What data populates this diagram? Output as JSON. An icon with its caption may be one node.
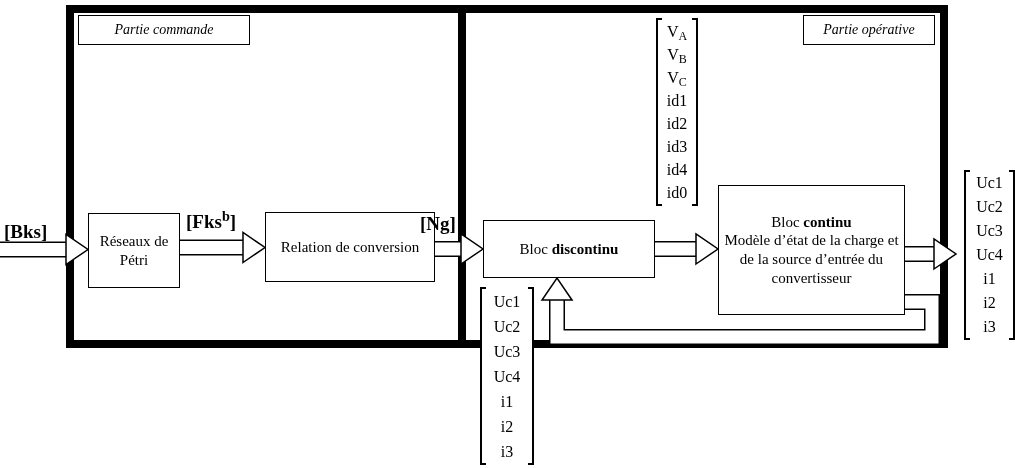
{
  "diagram": {
    "nodes": [
      {
        "text": [],
        "shape": "box"
      },
      {
        "text": [
          "Partie commande"
        ],
        "in": 0
      },
      {
        "text": [
          "Réseaux de Pétri"
        ],
        "in": 0
      },
      {
        "text": [
          "Relation de conversion"
        ],
        "in": 0
      },
      {
        "text": [],
        "shape": "box"
      },
      {
        "text": [
          "Partie opérative"
        ],
        "in": 4
      },
      {
        "text": [
          "Bloc **discontinu**"
        ],
        "in": 4
      },
      {
        "text": [
          "Bloc **continu**",
          "Modèle d’état de la charge et de la source d’entrée du convertisseur"
        ],
        "in": 4
      }
    ],
    "edges": [
      {
        "from": null,
        "to": 2,
        "arrow": "to"
      },
      {
        "from": 2,
        "to": 3,
        "arrow": "to"
      },
      {
        "from": 3,
        "to": 6,
        "arrow": "to"
      },
      {
        "from": 6,
        "to": 7,
        "arrow": "to"
      },
      {
        "from": 7,
        "to": null,
        "arrow": "to"
      },
      {
        "from": 7,
        "to": 6,
        "arrow": "to"
      }
    ],
    "labels": [
      "[Bks]",
      "[Fks$^{b}$]",
      "[Ng]",
      "V$_{A}$",
      "V$_{B}$",
      "V$_{C}$",
      "id1",
      "id2",
      "id3",
      "id4",
      "id0",
      "Uc1",
      "Uc2",
      "Uc3",
      "Uc4",
      "i1",
      "i2",
      "i3",
      "Uc1",
      "Uc2",
      "Uc3",
      "Uc4",
      "i1",
      "i2",
      "i3"
    ]
  }
}
